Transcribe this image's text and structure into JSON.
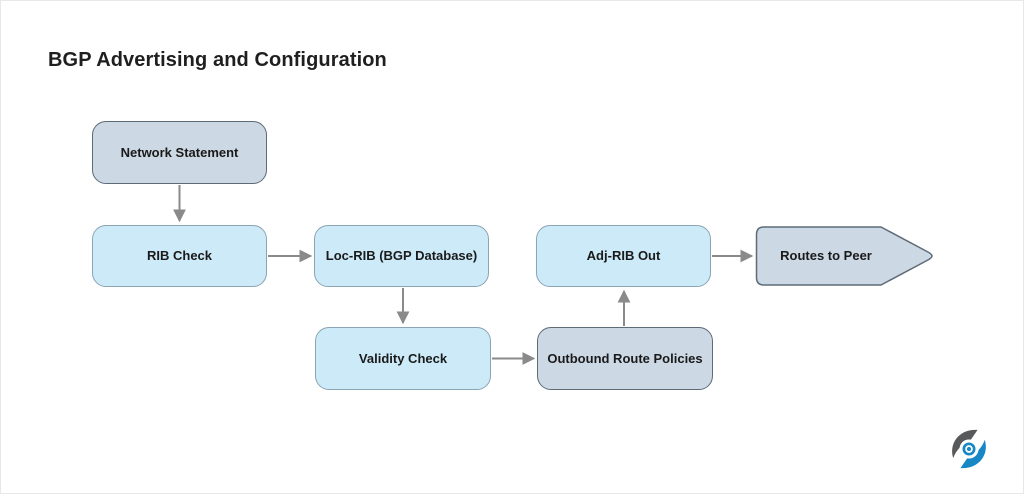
{
  "title": "BGP Advertising and Configuration",
  "diagram": {
    "nodes": [
      {
        "id": "network-statement",
        "label": "Network Statement",
        "shape": "rounded-rect",
        "variant": "gray"
      },
      {
        "id": "rib-check",
        "label": "RIB Check",
        "shape": "rounded-rect",
        "variant": "blue"
      },
      {
        "id": "loc-rib",
        "label": "Loc-RIB (BGP Database)",
        "shape": "rounded-rect",
        "variant": "blue"
      },
      {
        "id": "validity-check",
        "label": "Validity Check",
        "shape": "rounded-rect",
        "variant": "blue"
      },
      {
        "id": "outbound-route-policies",
        "label": "Outbound Route Policies",
        "shape": "rounded-rect",
        "variant": "gray"
      },
      {
        "id": "adj-rib-out",
        "label": "Adj-RIB Out",
        "shape": "rounded-rect",
        "variant": "blue"
      },
      {
        "id": "routes-to-peer",
        "label": "Routes to Peer",
        "shape": "signpost",
        "variant": "gray"
      }
    ],
    "edges": [
      {
        "from": "network-statement",
        "to": "rib-check",
        "direction": "down"
      },
      {
        "from": "rib-check",
        "to": "loc-rib",
        "direction": "right"
      },
      {
        "from": "loc-rib",
        "to": "validity-check",
        "direction": "down"
      },
      {
        "from": "validity-check",
        "to": "outbound-route-policies",
        "direction": "right"
      },
      {
        "from": "outbound-route-policies",
        "to": "adj-rib-out",
        "direction": "up"
      },
      {
        "from": "adj-rib-out",
        "to": "routes-to-peer",
        "direction": "right"
      }
    ],
    "colors": {
      "blue_fill": "#cdeaf9",
      "blue_border": "#8aa5b4",
      "gray_fill": "#ccd8e4",
      "gray_border": "#5d6b77",
      "arrow": "#8a8a8a",
      "text": "#1a1a1a",
      "title": "#1f1f1f"
    }
  },
  "logo": {
    "name": "networklessons-compass-logo",
    "gray": "#58595b",
    "blue": "#1787c5"
  }
}
